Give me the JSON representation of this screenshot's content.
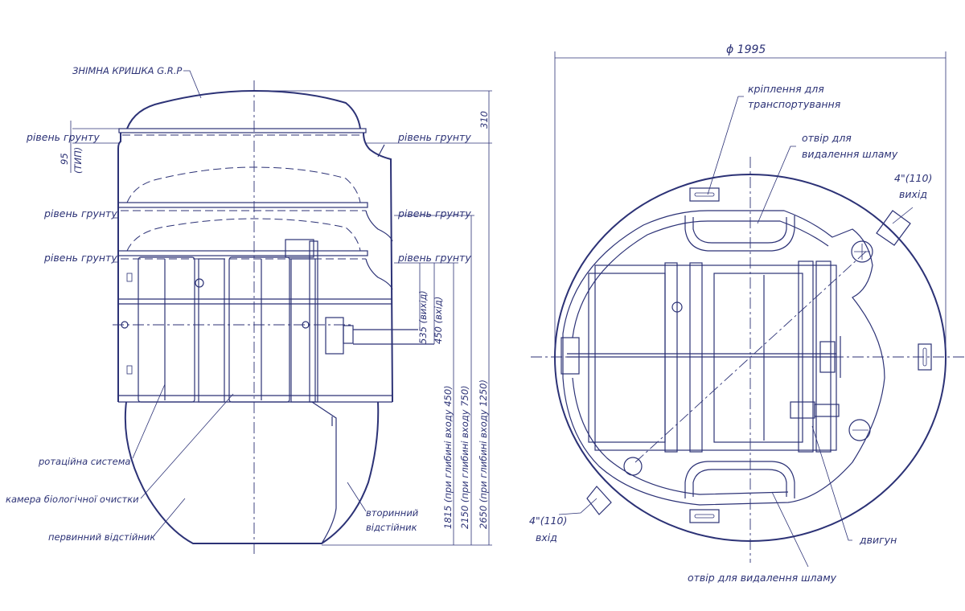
{
  "left_view": {
    "lid_label": "ЗНІМНА КРИШКА G.R.P",
    "ground_level": "рівень грунту",
    "dim_95": "95",
    "dim_typ": "(ТИП)",
    "dim_310": "310",
    "dim_535": "535 (вихід)",
    "dim_450": "450 (вхід)",
    "dim_1815": "1815 (при глибині входу  450)",
    "dim_2150": "2150 (при глибині входу 750)",
    "dim_2650": "2650 (при глибині входу 1250)",
    "rotation_system": "ротаційна система",
    "bio_chamber": "камера біологічної очистки",
    "primary_settler": "первинний відстійник",
    "secondary_settler_1": "вторинний",
    "secondary_settler_2": "відстійник"
  },
  "top_view": {
    "diameter": "ϕ 1995",
    "transport_mount_1": "кріплення для",
    "transport_mount_2": "транспортування",
    "sludge_hole_top_1": "отвір для",
    "sludge_hole_top_2": "видалення шламу",
    "outlet_size": "4\"(110)",
    "outlet_label": "вихід",
    "inlet_size": "4\"(110)",
    "inlet_label": "вхід",
    "motor": "двигун",
    "sludge_hole_bottom": "отвір для видалення шламу"
  },
  "colors": {
    "line": "#2c3276",
    "background": "#ffffff"
  }
}
